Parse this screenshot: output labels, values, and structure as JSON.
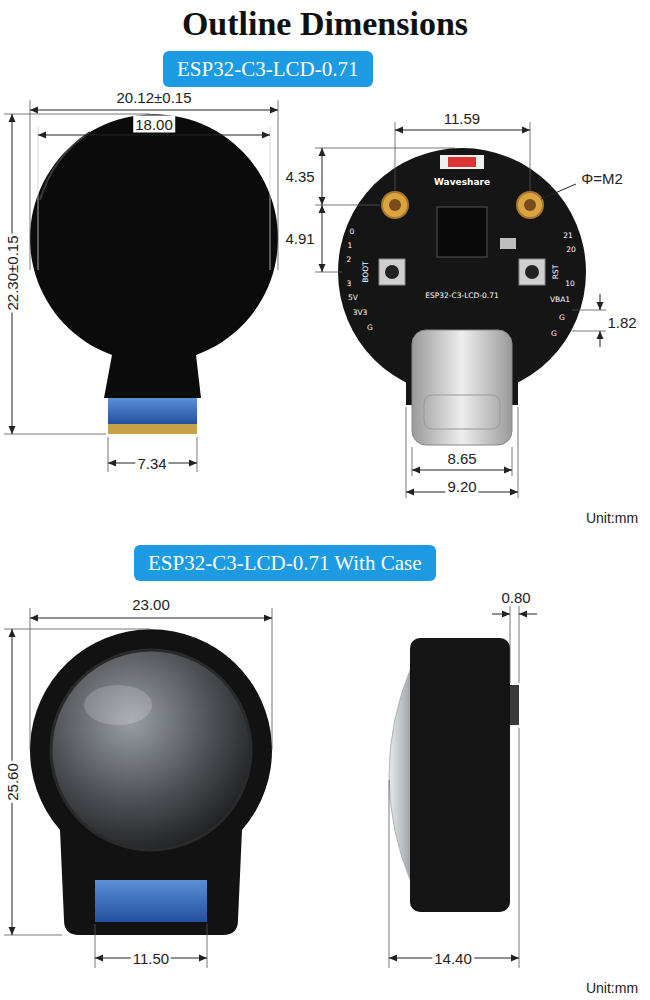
{
  "diagram": {
    "title": "Outline Dimensions",
    "nodes": [
      {
        "text": [
          "ESP32-C3-LCD-0.71"
        ]
      },
      {
        "text": [
          "ESP32-C3-LCD-0.71 With Case"
        ]
      }
    ],
    "labels": [
      "20.12±0.15",
      "18.00",
      "22.30±0.15",
      "7.34",
      "11.59",
      "4.35",
      "4.91",
      "Φ=M2",
      "Waveshare",
      "0",
      "1",
      "2",
      "BOOT",
      "3",
      "5V",
      "3V3",
      "G",
      "21",
      "20",
      "RST",
      "10",
      "VBA1",
      "G",
      "G",
      "ESP32-C3-LCD-0.71",
      "1.82",
      "8.65",
      "9.20",
      "Unit:mm",
      "23.00",
      "0.80",
      "25.60",
      "11.50",
      "14.40",
      "Unit:mm"
    ]
  }
}
